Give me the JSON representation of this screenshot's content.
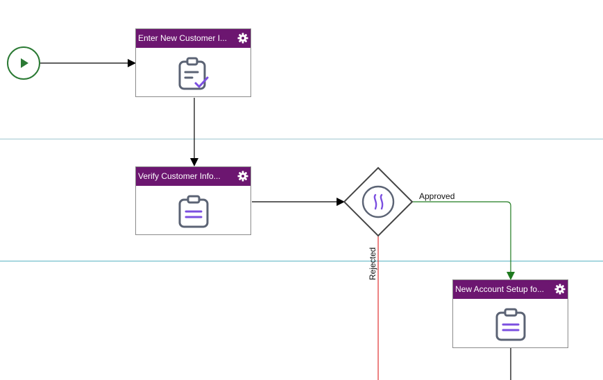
{
  "diagram": {
    "tasks": [
      {
        "id": "enter",
        "title": "Enter New Customer I...",
        "icon": "clipboard-check-icon"
      },
      {
        "id": "verify",
        "title": "Verify Customer Info...",
        "icon": "clipboard-list-icon"
      },
      {
        "id": "setup",
        "title": "New Account Setup fo...",
        "icon": "clipboard-list-icon"
      }
    ],
    "gateway": {
      "icon": "wave-icon"
    },
    "flows": {
      "approved": "Approved",
      "rejected": "Rejected"
    },
    "colors": {
      "header": "#6c1670",
      "start": "#2b7a34",
      "approved_flow": "#1f7a1f",
      "rejected_flow": "#e03030",
      "lane_divider": "#9fc6cf",
      "icon_gray": "#5b6374",
      "icon_purple": "#7b4fe0"
    }
  }
}
